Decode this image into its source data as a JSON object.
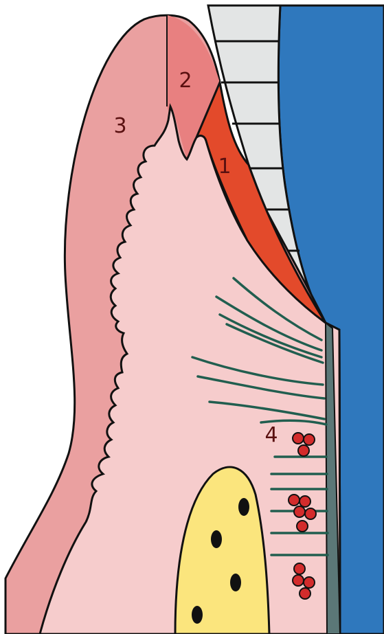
{
  "diagram": {
    "labels": {
      "one": "1",
      "two": "2",
      "three": "3",
      "four": "4"
    },
    "colors": {
      "background": "#ffffff",
      "tooth": "#2f78bd",
      "enamel": "#e3e5e5",
      "region_1": "#e34a2b",
      "region_2": "#e88080",
      "region_3": "#eaa0a0",
      "connective_tissue": "#f6cccc",
      "bone": "#fbe57d",
      "fibers": "#215e4f",
      "cells": "#d32c2c",
      "root_layer": "#5b7777",
      "outline": "#111111",
      "label_text": "#5a1010"
    }
  }
}
